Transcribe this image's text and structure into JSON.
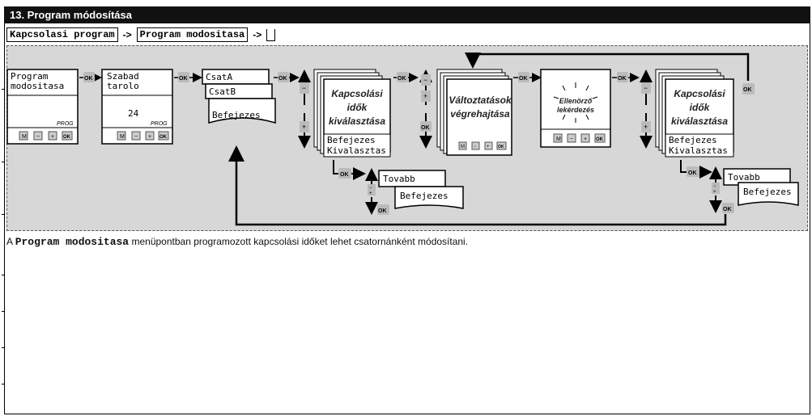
{
  "section_title": "13. Program módosítása",
  "breadcrumb": {
    "items": [
      "Kapcsolasi program",
      "Program modositasa"
    ],
    "separator": "->"
  },
  "buttons": {
    "ok": "OK",
    "m": "M",
    "minus": "−",
    "plus": "+",
    "prog": "PROG"
  },
  "screens": {
    "program_line1": "Program",
    "program_line2": "modositasa",
    "storage_line1": "Szabad",
    "storage_line2": "tarolo",
    "storage_value": "24",
    "channel_a": "CsatA",
    "channel_b": "CsatB",
    "finish": "Befejezes",
    "select": "Kivalasztas",
    "next": "Tovabb"
  },
  "cards": {
    "select_times_1": "Kapcsolási",
    "select_times_2": "idők",
    "select_times_3": "kiválasztása",
    "changes_1": "Változtatások",
    "changes_2": "végrehajtása",
    "check_1": "Ellenörző",
    "check_2": "lekérdezés"
  },
  "description": {
    "prefix": "A",
    "menu_name": "Program modositasa",
    "suffix": "menüpontban programozott kapcsolási időket lehet csatornánként módosítani."
  }
}
